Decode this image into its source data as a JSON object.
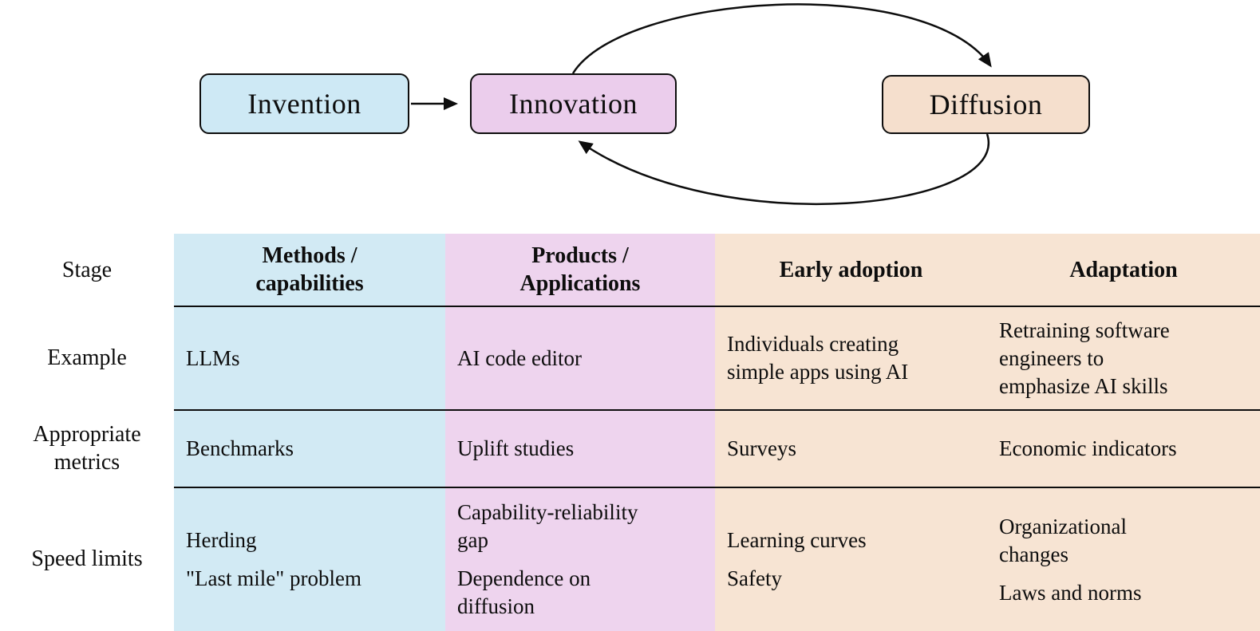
{
  "flow": {
    "nodes": [
      {
        "id": "invention",
        "label": "Invention",
        "fill": "#cee9f5"
      },
      {
        "id": "innovation",
        "label": "Innovation",
        "fill": "#ebcdec"
      },
      {
        "id": "diffusion",
        "label": "Diffusion",
        "fill": "#f5dfcd"
      }
    ],
    "edges": [
      {
        "from": "Invention",
        "to": "Innovation",
        "style": "straight-arrow"
      },
      {
        "from": "Innovation",
        "to": "Diffusion",
        "style": "curved-arrow-top"
      },
      {
        "from": "Diffusion",
        "to": "Innovation",
        "style": "curved-arrow-bottom"
      }
    ]
  },
  "table": {
    "row_header_label": "Stage",
    "columns": [
      {
        "label": "Methods /\ncapabilities",
        "color": "#d2eaf4"
      },
      {
        "label": "Products /\nApplications",
        "color": "#eed4ee"
      },
      {
        "label": "Early adoption",
        "color": "#f7e4d3"
      },
      {
        "label": "Adaptation",
        "color": "#f7e4d3"
      }
    ],
    "rows": [
      {
        "label": "Example",
        "cells": [
          [
            "LLMs"
          ],
          [
            "AI code editor"
          ],
          [
            "Individuals creating\nsimple apps using AI"
          ],
          [
            "Retraining software\nengineers to\nemphasize AI skills"
          ]
        ]
      },
      {
        "label": "Appropriate\nmetrics",
        "cells": [
          [
            "Benchmarks"
          ],
          [
            "Uplift studies"
          ],
          [
            "Surveys"
          ],
          [
            "Economic indicators"
          ]
        ]
      },
      {
        "label": "Speed limits",
        "cells": [
          [
            "Herding",
            "\"Last mile\" problem"
          ],
          [
            "Capability-reliability\ngap",
            "Dependence on\ndiffusion"
          ],
          [
            "Learning curves",
            "Safety"
          ],
          [
            "Organizational\nchanges",
            "Laws and norms"
          ]
        ]
      }
    ]
  },
  "colors": {
    "invention_fill": "#cee9f5",
    "innovation_fill": "#ebcdec",
    "diffusion_fill": "#f5dfcd",
    "methods_column": "#d2eaf4",
    "products_column": "#eed4ee",
    "adoption_column": "#f7e4d3",
    "stroke": "#0d0d0d"
  }
}
